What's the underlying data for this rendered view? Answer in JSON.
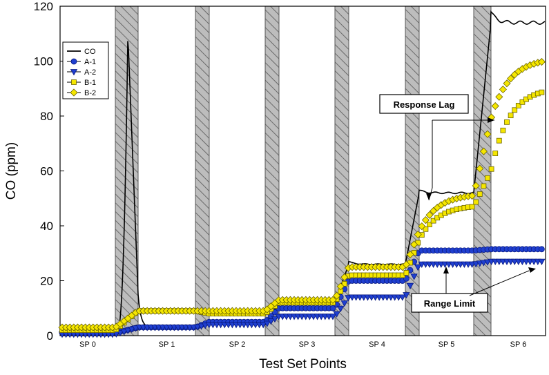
{
  "chart_data": {
    "type": "line",
    "xlabel": "Test Set Points",
    "ylabel": "CO (ppm)",
    "ylim": [
      0,
      120
    ],
    "yticks": [
      0,
      20,
      40,
      60,
      80,
      100,
      120
    ],
    "categories": [
      "SP 0",
      "SP 1",
      "SP 2",
      "SP 3",
      "SP 4",
      "SP 5",
      "SP 6"
    ],
    "transition_bands": 6,
    "legend_placement": "top-left",
    "colors": {
      "co": "#000000",
      "a_series": "#1f3fd0",
      "b_series": "#f5e600",
      "b_edge": "#6b6400",
      "band": "#bdbdbd"
    },
    "series": [
      {
        "name": "CO",
        "marker": "line",
        "segments": [
          {
            "phase": "SP 0",
            "value": 0
          },
          {
            "phase": "spike",
            "value": 110
          },
          {
            "phase": "SP 1",
            "value": 3
          },
          {
            "phase": "SP 2",
            "value": 4
          },
          {
            "phase": "SP 3",
            "value": 12
          },
          {
            "phase": "SP 4",
            "value": 26
          },
          {
            "phase": "SP 5",
            "value": 52
          },
          {
            "phase": "SP 6",
            "value": 114
          }
        ]
      },
      {
        "name": "A-1",
        "marker": "circle",
        "segments": [
          {
            "phase": "SP 0",
            "value": 1
          },
          {
            "phase": "SP 1",
            "value": 3
          },
          {
            "phase": "SP 2",
            "value": 5
          },
          {
            "phase": "SP 3",
            "value": 10
          },
          {
            "phase": "SP 4",
            "value": 20
          },
          {
            "phase": "SP 5",
            "value": 31
          },
          {
            "phase": "SP 6",
            "value": 31.5
          }
        ]
      },
      {
        "name": "A-2",
        "marker": "triangle-down",
        "segments": [
          {
            "phase": "SP 0",
            "value": 0.5
          },
          {
            "phase": "SP 1",
            "value": 3
          },
          {
            "phase": "SP 2",
            "value": 4
          },
          {
            "phase": "SP 3",
            "value": 7
          },
          {
            "phase": "SP 4",
            "value": 14
          },
          {
            "phase": "SP 5",
            "value": 26
          },
          {
            "phase": "SP 6",
            "value": 27
          }
        ]
      },
      {
        "name": "B-1",
        "marker": "square",
        "segments": [
          {
            "phase": "SP 0",
            "value": 2
          },
          {
            "phase": "SP 1",
            "value": 9
          },
          {
            "phase": "SP 2",
            "value": 8
          },
          {
            "phase": "SP 3",
            "value": 12
          },
          {
            "phase": "SP 4",
            "value": 22
          },
          {
            "phase": "SP 5",
            "value": "35 to 47"
          },
          {
            "phase": "SP 6",
            "value": "60 to 89"
          }
        ]
      },
      {
        "name": "B-2",
        "marker": "diamond",
        "segments": [
          {
            "phase": "SP 0",
            "value": 3
          },
          {
            "phase": "SP 1",
            "value": 9
          },
          {
            "phase": "SP 2",
            "value": 9
          },
          {
            "phase": "SP 3",
            "value": 13
          },
          {
            "phase": "SP 4",
            "value": 25
          },
          {
            "phase": "SP 5",
            "value": "38 to 51"
          },
          {
            "phase": "SP 6",
            "value": "79 to 100"
          }
        ]
      }
    ],
    "annotations": [
      "Response Lag",
      "Range Limit"
    ]
  }
}
